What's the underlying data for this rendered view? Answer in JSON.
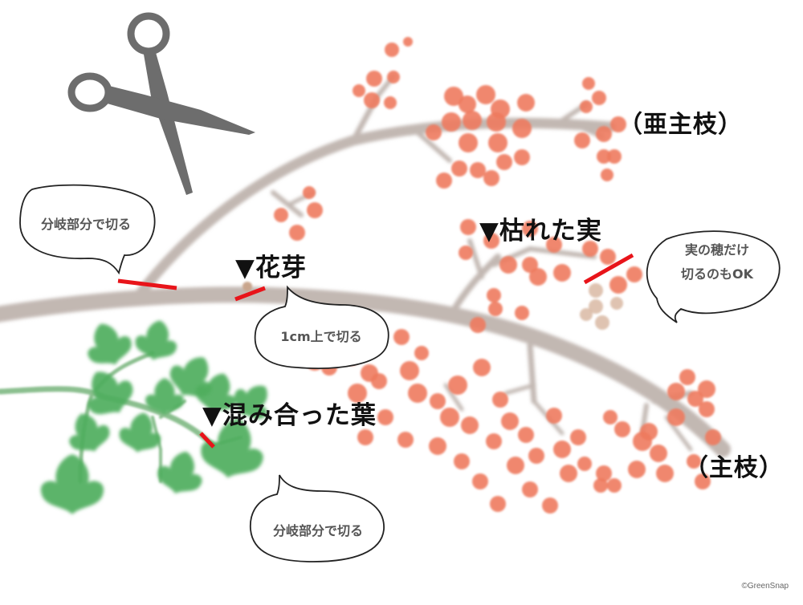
{
  "colors": {
    "background": "#ffffff",
    "branch": "#c2b8b2",
    "berry": "#ee7a5e",
    "dry_berry": "#d9b9a3",
    "leaf": "#4fae5d",
    "stem": "#8bbf8f",
    "cut_mark": "#e8141a",
    "scissors": "#6d6d6d",
    "label_text": "#111111",
    "bubble_text": "#555555"
  },
  "labels": {
    "sub_main_branch": "（亜主枝）",
    "main_branch": "（主枝）",
    "flower_bud": "▼花芽",
    "dead_fruit": "▼枯れた実",
    "crowded_leaves": "▼混み合った葉"
  },
  "bubbles": {
    "branch_cut_top": "分岐部分で切る",
    "bud_cut": "1cm上で切る",
    "fruit_cut_line1": "実の穂だけ",
    "fruit_cut_line2": "切るのもOK",
    "branch_cut_bottom": "分岐部分で切る"
  },
  "icons": {
    "scissors": "scissors-icon"
  },
  "copyright": "©GreenSnap",
  "berries": [
    [
      488,
      62,
      9
    ],
    [
      508,
      52,
      6
    ],
    [
      466,
      98,
      10
    ],
    [
      490,
      96,
      8
    ],
    [
      447,
      113,
      8
    ],
    [
      463,
      125,
      10
    ],
    [
      486,
      128,
      8
    ],
    [
      565,
      120,
      12
    ],
    [
      582,
      130,
      11
    ],
    [
      605,
      118,
      12
    ],
    [
      623,
      136,
      12
    ],
    [
      655,
      128,
      11
    ],
    [
      562,
      152,
      12
    ],
    [
      588,
      150,
      12
    ],
    [
      618,
      152,
      12
    ],
    [
      650,
      160,
      12
    ],
    [
      540,
      165,
      10
    ],
    [
      583,
      178,
      12
    ],
    [
      620,
      178,
      12
    ],
    [
      650,
      196,
      10
    ],
    [
      572,
      210,
      10
    ],
    [
      595,
      212,
      10
    ],
    [
      612,
      222,
      10
    ],
    [
      628,
      202,
      10
    ],
    [
      553,
      225,
      10
    ],
    [
      733,
      104,
      8
    ],
    [
      746,
      122,
      9
    ],
    [
      730,
      133,
      8
    ],
    [
      725,
      175,
      10
    ],
    [
      752,
      167,
      10
    ],
    [
      752,
      195,
      9
    ],
    [
      765,
      195,
      9
    ],
    [
      756,
      218,
      8
    ],
    [
      770,
      155,
      10
    ],
    [
      385,
      240,
      8
    ],
    [
      350,
      268,
      9
    ],
    [
      370,
      290,
      10
    ],
    [
      392,
      262,
      10
    ],
    [
      583,
      283,
      10
    ],
    [
      580,
      315,
      9
    ],
    [
      612,
      300,
      10
    ],
    [
      660,
      285,
      10
    ],
    [
      690,
      305,
      10
    ],
    [
      700,
      340,
      11
    ],
    [
      670,
      345,
      11
    ],
    [
      633,
      330,
      11
    ],
    [
      660,
      330,
      10
    ],
    [
      735,
      310,
      10
    ],
    [
      757,
      320,
      10
    ],
    [
      770,
      355,
      11
    ],
    [
      790,
      342,
      10
    ],
    [
      615,
      368,
      9
    ],
    [
      595,
      405,
      10
    ],
    [
      617,
      385,
      9
    ],
    [
      650,
      390,
      9
    ],
    [
      392,
      412,
      8
    ],
    [
      415,
      422,
      10
    ],
    [
      452,
      430,
      9
    ],
    [
      392,
      450,
      12
    ],
    [
      410,
      458,
      10
    ],
    [
      438,
      446,
      10
    ],
    [
      460,
      465,
      11
    ],
    [
      445,
      490,
      12
    ],
    [
      472,
      475,
      10
    ],
    [
      500,
      420,
      10
    ],
    [
      525,
      440,
      9
    ],
    [
      510,
      462,
      12
    ],
    [
      520,
      490,
      12
    ],
    [
      545,
      500,
      10
    ],
    [
      570,
      480,
      12
    ],
    [
      560,
      520,
      12
    ],
    [
      585,
      530,
      11
    ],
    [
      600,
      458,
      11
    ],
    [
      480,
      520,
      10
    ],
    [
      455,
      545,
      10
    ],
    [
      505,
      548,
      10
    ],
    [
      545,
      556,
      11
    ],
    [
      575,
      575,
      10
    ],
    [
      598,
      600,
      10
    ],
    [
      623,
      498,
      10
    ],
    [
      635,
      525,
      11
    ],
    [
      615,
      550,
      10
    ],
    [
      655,
      542,
      10
    ],
    [
      642,
      580,
      11
    ],
    [
      668,
      568,
      10
    ],
    [
      690,
      518,
      10
    ],
    [
      700,
      560,
      11
    ],
    [
      720,
      545,
      10
    ],
    [
      708,
      590,
      11
    ],
    [
      728,
      578,
      9
    ],
    [
      752,
      590,
      10
    ],
    [
      765,
      605,
      9
    ],
    [
      660,
      610,
      10
    ],
    [
      685,
      630,
      10
    ],
    [
      620,
      628,
      10
    ],
    [
      760,
      520,
      9
    ],
    [
      842,
      488,
      11
    ],
    [
      856,
      470,
      10
    ],
    [
      866,
      497,
      10
    ],
    [
      880,
      485,
      11
    ],
    [
      880,
      510,
      10
    ],
    [
      842,
      520,
      11
    ],
    [
      808,
      538,
      11
    ],
    [
      800,
      550,
      12
    ],
    [
      775,
      535,
      10
    ],
    [
      820,
      565,
      11
    ],
    [
      793,
      585,
      11
    ],
    [
      828,
      590,
      11
    ],
    [
      864,
      575,
      9
    ],
    [
      888,
      545,
      10
    ],
    [
      748,
      605,
      9
    ],
    [
      875,
      600,
      10
    ]
  ],
  "dry_berries": [
    [
      742,
      362,
      9
    ],
    [
      742,
      382,
      9
    ],
    [
      750,
      402,
      9
    ],
    [
      768,
      378,
      8
    ],
    [
      730,
      392,
      8
    ]
  ],
  "leaves": [
    [
      135,
      430,
      26,
      -20
    ],
    [
      195,
      425,
      24,
      10
    ],
    [
      240,
      470,
      26,
      30
    ],
    [
      205,
      495,
      22,
      0
    ],
    [
      135,
      490,
      28,
      -30
    ],
    [
      175,
      540,
      24,
      10
    ],
    [
      110,
      540,
      24,
      -20
    ],
    [
      90,
      605,
      36,
      0
    ],
    [
      270,
      490,
      24,
      20
    ],
    [
      290,
      560,
      36,
      10
    ],
    [
      225,
      590,
      26,
      15
    ],
    [
      315,
      500,
      22,
      40
    ]
  ]
}
